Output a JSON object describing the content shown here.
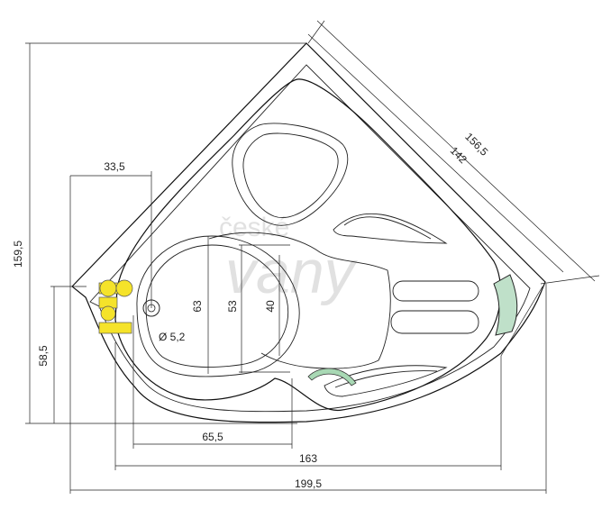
{
  "dimensions": {
    "overall_height": "159,5",
    "outer_diagonal": "156,5",
    "inner_diagonal": "142",
    "seat_offset": "33,5",
    "drain_height": "58,5",
    "basin_depth_a": "63",
    "basin_depth_b": "53",
    "basin_depth_c": "40",
    "drain_diameter": "Ø 5,2",
    "basin_width": "65,5",
    "inner_width": "163",
    "overall_width": "199,5"
  },
  "watermark": {
    "line1": "české",
    "line2": "vany"
  },
  "colors": {
    "faucet": "#f5e32a",
    "headrest": "#bfe0c9",
    "handle": "#a8d8b4",
    "line": "#111111"
  }
}
